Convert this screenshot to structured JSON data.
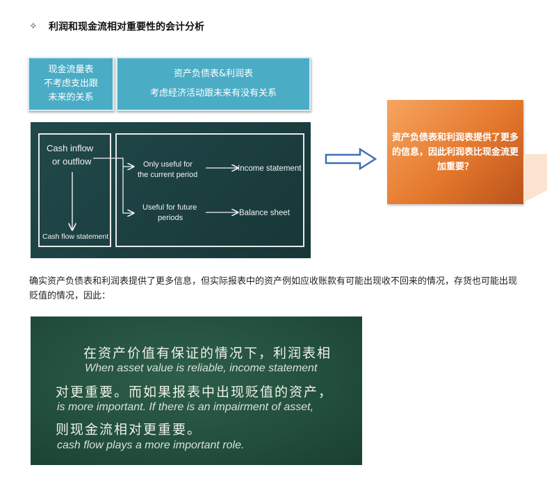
{
  "title": {
    "icon": "sparkle-icon",
    "icon_glyph": "✧",
    "text": "利润和现金流相对重要性的会计分析"
  },
  "blue_boxes": {
    "cash_flow": [
      "现金流量表",
      "不考虑支出跟",
      "未来的关系"
    ],
    "balance_income": [
      "资产负债表&利润表",
      "考虑经济活动跟未来有没有关系"
    ]
  },
  "diagram": {
    "cash_inflow": [
      "Cash inflow",
      "or outflow"
    ],
    "cash_flow_statement": "Cash flow statement",
    "current_period": [
      "Only useful for",
      "the current period"
    ],
    "income_statement": "Income statement",
    "future_periods": [
      "Useful for future",
      "periods"
    ],
    "balance_sheet": "Balance sheet"
  },
  "callout": {
    "text": "资产负债表和利润表提供了更多的信息，因此利润表比现金流更加重要？"
  },
  "paragraph": "确实资产负债表和利润表提供了更多信息，但实际报表中的资产例如应收账款有可能出现收不回来的情况，存货也可能出现贬值的情况，因此：",
  "board": {
    "lines": [
      "在资产价值有保证的情况下，利润表相",
      "When asset value is reliable, income statement",
      "对更重要。而如果报表中出现贬值的资产，",
      "is more important. If there is an impairment of asset,",
      "则现金流相对更重要。",
      "cash flow plays a more important role."
    ]
  },
  "colors": {
    "blue_box": "#4BACC6",
    "callout_orange": "#E4782C",
    "chalkboard": "#1C3F40",
    "board_green": "#23503D",
    "arrow_blue": "#3F6FB5"
  }
}
